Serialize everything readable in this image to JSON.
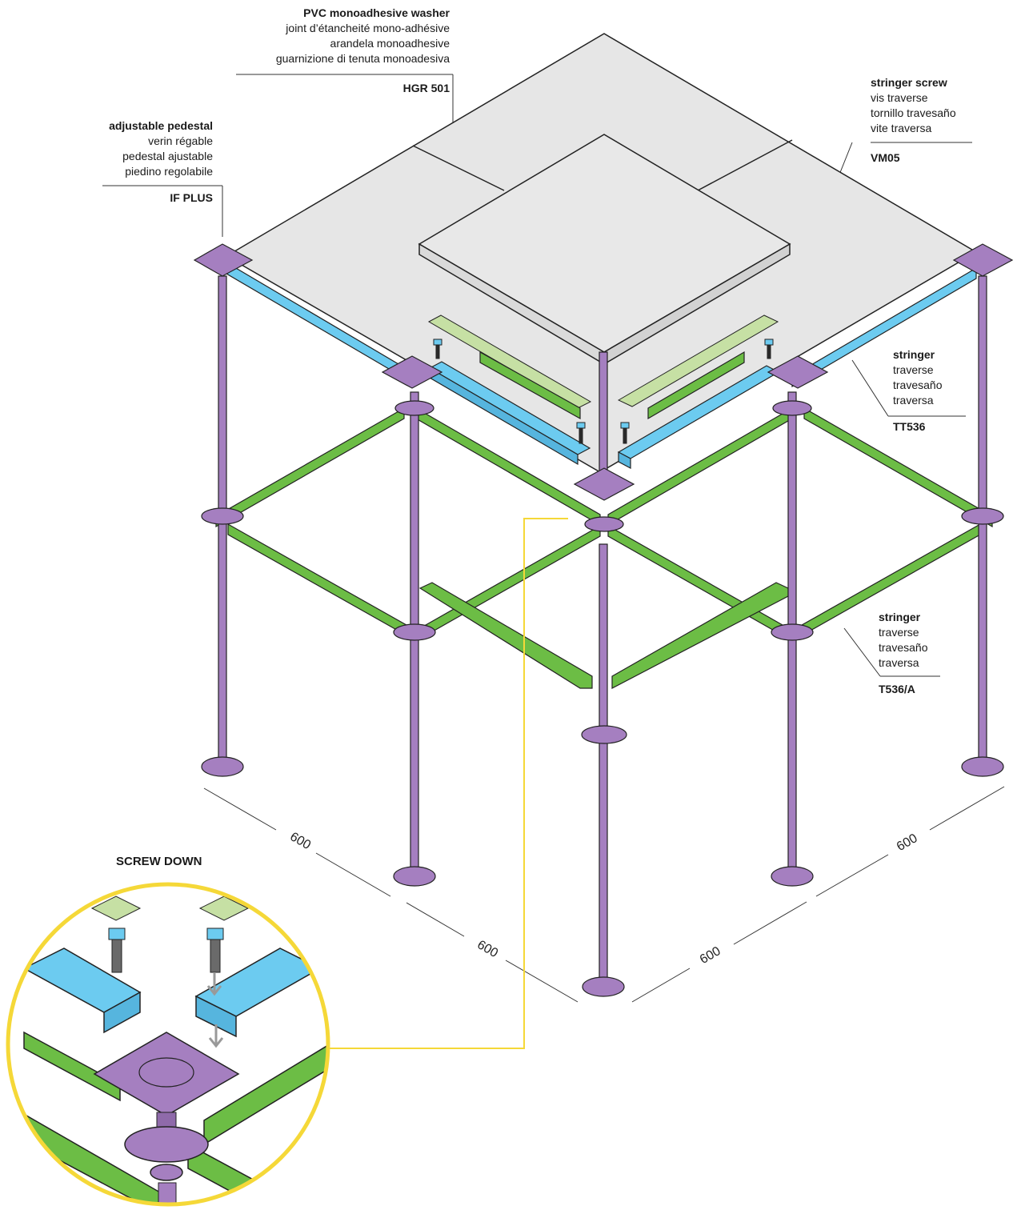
{
  "labels": {
    "washer": {
      "title": "PVC monoadhesive washer",
      "lines": [
        "joint d’étancheité mono-adhésive",
        "arandela monoadhesive",
        "guarnizione di tenuta monoadesiva"
      ],
      "code": "HGR 501"
    },
    "pedestal": {
      "title": "adjustable pedestal",
      "lines": [
        "verin régable",
        "pedestal ajustable",
        "piedino regolabile"
      ],
      "code": "IF PLUS"
    },
    "screw": {
      "title": "stringer screw",
      "lines": [
        "vis traverse",
        "tornillo travesaño",
        "vite traversa"
      ],
      "code": "VM05"
    },
    "stringer_top": {
      "title": "stringer",
      "lines": [
        "traverse",
        "travesaño",
        "traversa"
      ],
      "code": "TT536"
    },
    "stringer_low": {
      "title": "stringer",
      "lines": [
        "traverse",
        "travesaño",
        "traversa"
      ],
      "code": "T536/A"
    }
  },
  "dimensions": [
    "600",
    "600",
    "600",
    "600"
  ],
  "detail_title": "SCREW DOWN",
  "colors": {
    "pedestal": "#a57fc0",
    "stringer_green": "#6cbd45",
    "stringer_blue": "#6ccbf0",
    "washer": "#c6e0a4",
    "panel": "#e6e6e6",
    "callout": "#f5d838"
  }
}
